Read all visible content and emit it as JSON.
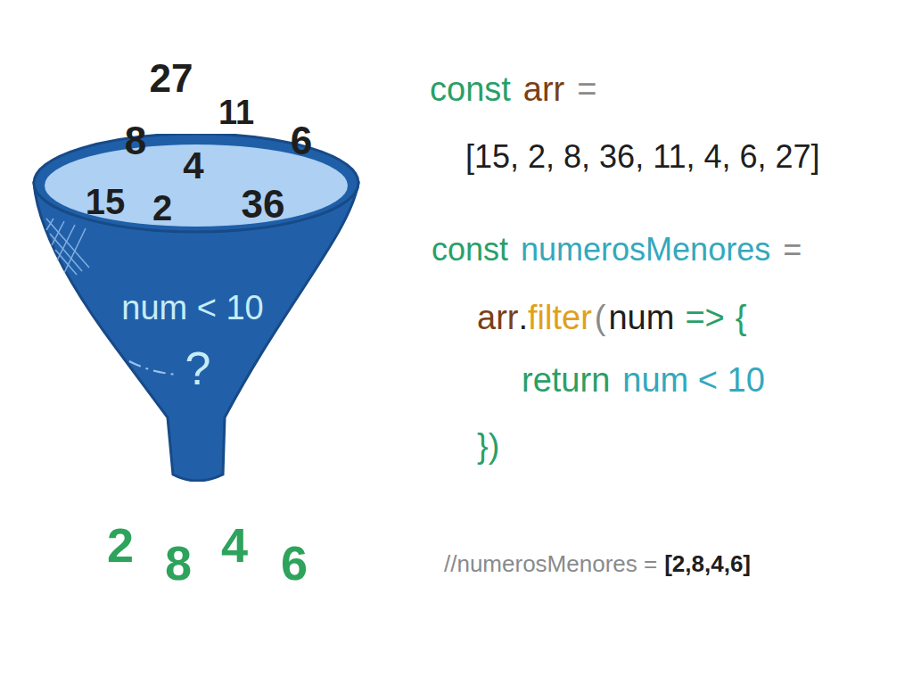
{
  "diagram": {
    "nodes": [
      {
        "text": [
          "num < 10",
          "?"
        ]
      }
    ],
    "labels": [
      "27",
      "11",
      "8",
      "6",
      "4",
      "15",
      "2",
      "36",
      "const",
      "arr",
      "=",
      "[15, 2, 8, 36, 11, 4, 6, 27]",
      "const",
      "numerosMenores",
      "=",
      "arr",
      ".",
      "filter",
      "(",
      "num",
      "=>",
      "{",
      "return",
      "num < 10",
      "})",
      "//numerosMenores =",
      "[2,8,4,6]",
      "2",
      "8",
      "4",
      "6"
    ]
  }
}
